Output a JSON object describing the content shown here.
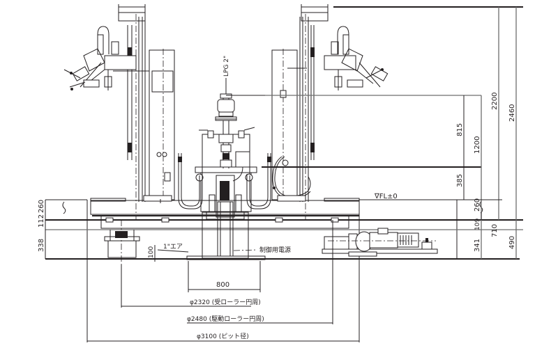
{
  "drawing": {
    "title": "Pipe welding positioner with dual manipulator columns - elevation view",
    "labels": {
      "lpg": "LPG 2\"",
      "floor_level": "∇FL±0",
      "air": "1\"エア",
      "control_power": "制御用電源"
    },
    "dimensions_right": {
      "d815": "815",
      "d385": "385",
      "d1200": "1200",
      "d2200": "2200",
      "d2460": "2460",
      "d260": "260",
      "d109": "109",
      "d341": "341",
      "d710": "710",
      "d490": "490"
    },
    "dimensions_left": {
      "d260": "260",
      "d112": "112",
      "d338": "338"
    },
    "dimensions_bottom": {
      "d800": "800",
      "d100": "100",
      "phi2320": "φ2320 (受ローラー円周)",
      "phi2480": "φ2480 (駆動ローラー円周)",
      "phi3100": "φ3100 (ピット径)"
    }
  }
}
